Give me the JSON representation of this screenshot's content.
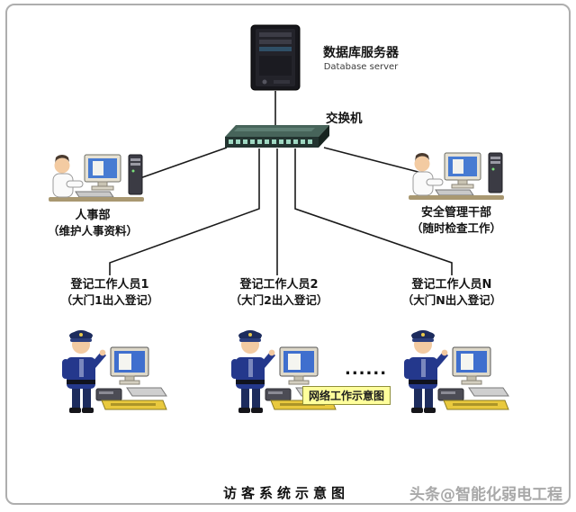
{
  "title": "访客系统示意图",
  "watermark": "头条@智能化弱电工程",
  "server": {
    "label": "数据库服务器",
    "sublabel": "Database server"
  },
  "switch": {
    "label": "交换机"
  },
  "hr": {
    "label": "人事部",
    "sublabel": "（维护人事资料）"
  },
  "security": {
    "label": "安全管理干部",
    "sublabel": "（随时检查工作）"
  },
  "stations": [
    {
      "label": "登记工作人员1",
      "sublabel": "（大门1出入登记）"
    },
    {
      "label": "登记工作人员2",
      "sublabel": "（大门2出入登记）"
    },
    {
      "label": "登记工作人员N",
      "sublabel": "（大门N出入登记）"
    }
  ],
  "ellipsis": "......",
  "network_tag": "网络工作示意图",
  "colors": {
    "line": "#1a1a1a",
    "tag_bg": "#ffff9c",
    "watermark": "#a8a8a8"
  }
}
